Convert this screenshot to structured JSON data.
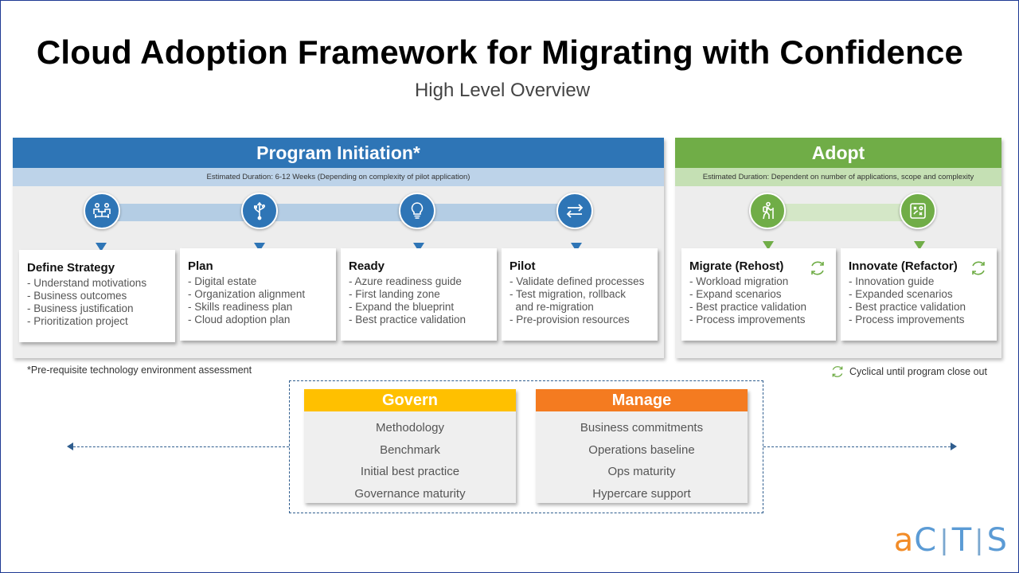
{
  "title": "Cloud Adoption Framework for Migrating with Confidence",
  "subtitle": "High Level Overview",
  "colors": {
    "blue": "#2e75b6",
    "blue_light": "#b8cfe4",
    "green": "#70ad47",
    "green_light": "#c5e0b4",
    "gold": "#ffc000",
    "orange": "#f47b20"
  },
  "program_initiation": {
    "header": "Program Initiation*",
    "duration": "Estimated Duration: 6-12 Weeks (Depending on complexity of pilot application)",
    "stages": [
      {
        "icon": "meeting-icon",
        "title": "Define Strategy",
        "items": [
          "- Understand motivations",
          "- Business outcomes",
          "- Business justification",
          "- Prioritization project"
        ]
      },
      {
        "icon": "usb-icon",
        "title": "Plan",
        "items": [
          "- Digital estate",
          "- Organization alignment",
          "- Skills readiness plan",
          "- Cloud adoption plan"
        ]
      },
      {
        "icon": "lightbulb-icon",
        "title": "Ready",
        "items": [
          "- Azure readiness guide",
          "- First landing zone",
          "- Expand the blueprint",
          "- Best practice validation"
        ]
      },
      {
        "icon": "transfer-icon",
        "title": "Pilot",
        "items": [
          "- Validate defined processes",
          "- Test migration, rollback",
          "  and re-migration",
          "- Pre-provision resources"
        ]
      }
    ]
  },
  "adopt": {
    "header": "Adopt",
    "duration": "Estimated Duration: Dependent on number of applications, scope and complexity",
    "stages": [
      {
        "icon": "hiker-icon",
        "title": "Migrate (Rehost)",
        "items": [
          "- Workload migration",
          "- Expand scenarios",
          "- Best practice validation",
          "- Process improvements"
        ]
      },
      {
        "icon": "strategy-board-icon",
        "title": "Innovate (Refactor)",
        "items": [
          "- Innovation guide",
          "- Expanded scenarios",
          "- Best practice validation",
          "- Process improvements"
        ]
      }
    ]
  },
  "notes": {
    "prerequisite": "*Pre-requisite technology environment assessment",
    "cyclical": "Cyclical until program close out"
  },
  "govern": {
    "header": "Govern",
    "items": [
      "Methodology",
      "Benchmark",
      "Initial best practice",
      "Governance maturity"
    ]
  },
  "manage": {
    "header": "Manage",
    "items": [
      "Business commitments",
      "Operations baseline",
      "Ops maturity",
      "Hypercare support"
    ]
  },
  "logo": {
    "a": "a",
    "c": "C",
    "t": "T",
    "s": "S"
  }
}
